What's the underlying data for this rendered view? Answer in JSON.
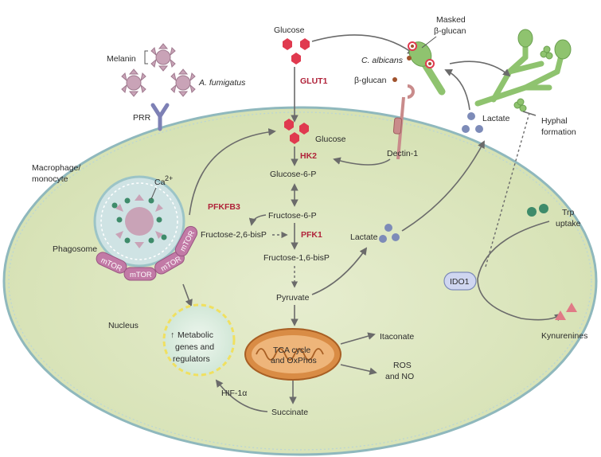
{
  "labels": {
    "glucose_out": "Glucose",
    "masked_beta_glucan_1": "Masked",
    "masked_beta_glucan_2": "β-glucan",
    "melanin": "Melanin",
    "a_fumigatus": "A. fumigatus",
    "c_albicans": "C. albicans",
    "beta_glucan": "β-glucan",
    "glut1": "GLUT1",
    "prr": "PRR",
    "lactate_out": "Lactate",
    "hyphal_1": "Hyphal",
    "hyphal_2": "formation",
    "macrophage_1": "Macrophage/",
    "macrophage_2": "monocyte",
    "ca": "Ca",
    "ca_sup": "2+",
    "glucose_in": "Glucose",
    "hk2": "HK2",
    "dectin": "Dectin-1",
    "g6p": "Glucose-6-P",
    "pfkfb3": "PFKFB3",
    "f6p": "Fructose-6-P",
    "f26bp": "Fructose-2,6-bisP",
    "pfk1": "PFK1",
    "f16bp": "Fructose-1,6-bisP",
    "lactate_in": "Lactate",
    "trp_1": "Trp",
    "trp_2": "uptake",
    "phagosome": "Phagosome",
    "mtor_1": "mTOR",
    "mtor_2": "mTOR",
    "mtor_3": "mTOR",
    "mtor_4": "mTOR",
    "ido1": "IDO1",
    "pyruvate": "Pyruvate",
    "nucleus": "Nucleus",
    "metabolic_1": "Metabolic",
    "metabolic_2": "genes and",
    "metabolic_3": "regulators",
    "kynurenines": "Kynurenines",
    "tca_1": "TCA cycle",
    "tca_2": "and OxPhos",
    "itaconate": "Itaconate",
    "ros_1": "ROS",
    "ros_2": "and NO",
    "hif": "HIF-1α",
    "succinate": "Succinate"
  },
  "colors": {
    "cell_fill": "#dfe8c4",
    "cell_stroke": "#8fb8bd",
    "glucose": "#e03a4f",
    "enzyme_text": "#b0233a",
    "phagosome_fill": "#cfe3e4",
    "spore": "#c9a3b7",
    "mtor": "#c27aa6",
    "lactate_dot": "#7d8bb8",
    "hyphae": "#8fc36f",
    "mito": "#d98c45",
    "nucleus_ring": "#f0e060",
    "ido1_fill": "#cfd6f0",
    "kyn": "#e07a86",
    "ca_dot": "#3e8b6a",
    "arrow": "#6b6b6b"
  }
}
